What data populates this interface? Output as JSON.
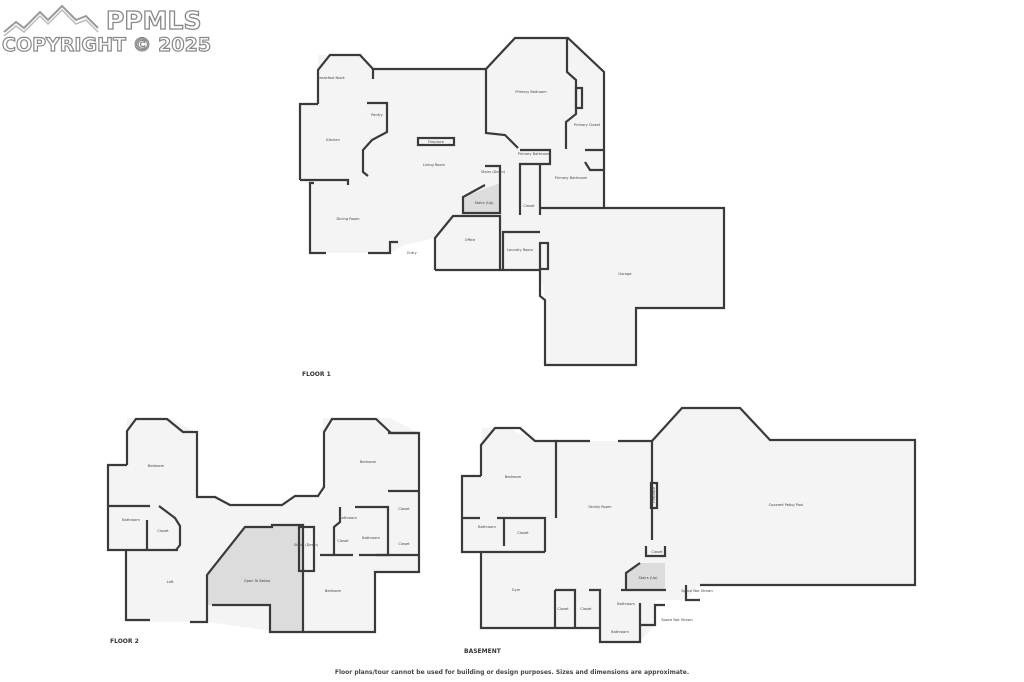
{
  "watermark": {
    "brand": "PPMLS",
    "copyright": "COPYRIGHT © 2025"
  },
  "floor1": {
    "label": "FLOOR 1",
    "rooms": {
      "breakfast_nook": "Breakfast Nook",
      "pantry": "Pantry",
      "kitchen": "Kitchen",
      "fireplace": "Fireplace",
      "living_room": "Living Room",
      "dining_room": "Dining Room",
      "entry": "Entry",
      "stairs_down": "Stairs (Down)",
      "stairs_up": "Stairs (Up)",
      "office": "Office",
      "laundry_room": "Laundry Room",
      "primary_bedroom": "Primary Bedroom",
      "primary_closet": "Primary Closet",
      "primary_bathroom_small": "Primary Bathroom",
      "primary_bathroom": "Primary Bathroom",
      "closet": "Closet",
      "garage": "Garage"
    }
  },
  "floor2": {
    "label": "FLOOR 2",
    "rooms": {
      "bedroom_nw": "Bedroom",
      "bathroom_w": "Bathroom",
      "closet_w": "Closet",
      "loft": "Loft",
      "open_to_below": "Open To Below",
      "stairs_down": "Stairs (Down)",
      "bedroom_ne": "Bedroom",
      "closet_ne": "Closet",
      "bathroom_small": "Bathroom",
      "closet_small": "Closet",
      "bathroom_e": "Bathroom",
      "closet_e": "Closet",
      "bedroom_s": "Bedroom"
    }
  },
  "basement": {
    "label": "BASEMENT",
    "rooms": {
      "bedroom": "Bedroom",
      "bathroom": "Bathroom",
      "closet": "Closet",
      "family_room": "Family Room",
      "fireplace": "Fireplace",
      "closet_stairs": "Closet",
      "stairs_up": "Stairs (Up)",
      "gym": "Gym",
      "closet_1": "Closet",
      "closet_2": "Closet",
      "bathroom_2": "Bathroom",
      "bathroom_3": "Bathroom",
      "space_not_shown_1": "Space Not Shown",
      "space_not_shown_2": "Space Not Shown",
      "covered_patio": "Covered Patio/ Pool"
    }
  },
  "disclaimer": "Floor plans/tour cannot be used for building or design purposes. Sizes and dimensions are approximate."
}
